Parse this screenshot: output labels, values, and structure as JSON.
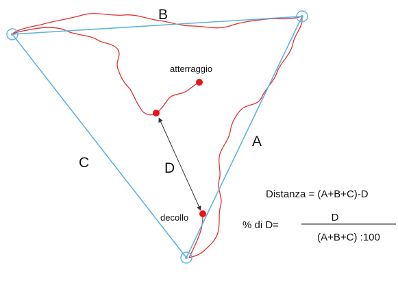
{
  "labels": {
    "side_a": "A",
    "side_b": "B",
    "side_c": "C",
    "segment_d": "D",
    "landing": "atterraggio",
    "takeoff": "decollo"
  },
  "formulas": {
    "distance": "Distanza = (A+B+C)-D",
    "percent_prefix": "% di D=",
    "numerator": "D",
    "denominator": "(A+B+C) :100"
  },
  "colors": {
    "triangle": "#5bb4e3",
    "track": "#e0302c",
    "point": "#e8141a",
    "arrow": "#333333"
  }
}
